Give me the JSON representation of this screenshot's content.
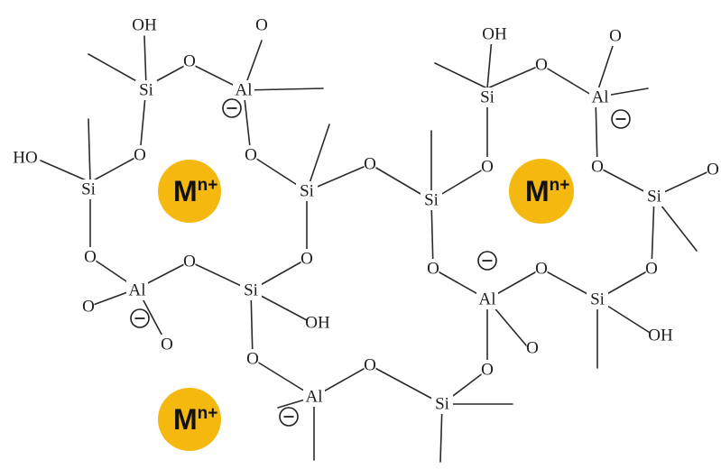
{
  "colors": {
    "cation_fill": "#F5B80F",
    "bond": "#2a2a2a",
    "text": "#1e1e1e"
  },
  "labels": {
    "si": "Si",
    "al": "Al",
    "o": "O",
    "oh": "OH",
    "ho": "HO"
  },
  "cation": {
    "symbol": "M",
    "charge": "n+"
  }
}
